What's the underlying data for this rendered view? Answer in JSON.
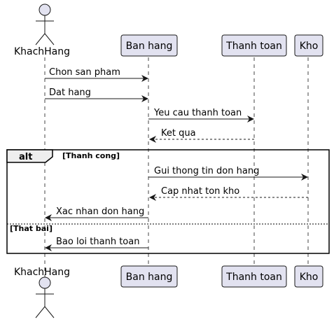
{
  "diagram": {
    "type": "sequence",
    "participants": [
      {
        "id": "khachhang",
        "label": "KhachHang",
        "kind": "actor"
      },
      {
        "id": "banhang",
        "label": "Ban hang",
        "kind": "participant"
      },
      {
        "id": "thanhtoan",
        "label": "Thanh toan",
        "kind": "participant"
      },
      {
        "id": "kho",
        "label": "Kho",
        "kind": "participant"
      }
    ],
    "messages": [
      {
        "from": "khachhang",
        "to": "banhang",
        "label": "Chon san pham",
        "style": "solid"
      },
      {
        "from": "khachhang",
        "to": "banhang",
        "label": "Dat hang",
        "style": "solid"
      },
      {
        "from": "banhang",
        "to": "thanhtoan",
        "label": "Yeu cau thanh toan",
        "style": "solid"
      },
      {
        "from": "thanhtoan",
        "to": "banhang",
        "label": "Ket qua",
        "style": "dashed"
      },
      {
        "from": "banhang",
        "to": "kho",
        "label": "Gui thong tin don hang",
        "style": "solid"
      },
      {
        "from": "kho",
        "to": "banhang",
        "label": "Cap nhat ton kho",
        "style": "dashed"
      },
      {
        "from": "banhang",
        "to": "khachhang",
        "label": "Xac nhan don hang",
        "style": "solid"
      },
      {
        "from": "banhang",
        "to": "khachhang",
        "label": "Bao loi thanh toan",
        "style": "solid"
      }
    ],
    "alt_fragment": {
      "label": "alt",
      "guards": [
        "[Thanh cong]",
        "[That bai]"
      ]
    },
    "colors": {
      "participant_fill": "#e2e2f0",
      "participant_border": "#181818",
      "line": "#181818"
    }
  }
}
